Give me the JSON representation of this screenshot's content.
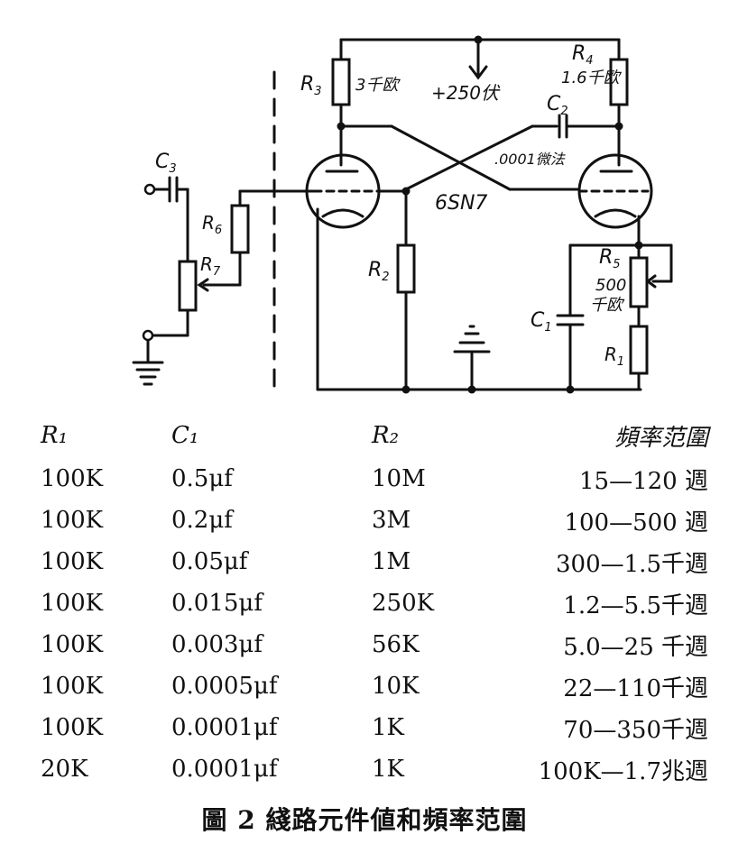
{
  "schematic": {
    "supply": "+250伏",
    "tube": "6SN7",
    "r3": {
      "name": "R",
      "sub": "3",
      "value": "3千欧"
    },
    "r4": {
      "name": "R",
      "sub": "4",
      "value": "1.6千欧"
    },
    "c2": {
      "name": "C",
      "sub": "2",
      "value": ".0001微法"
    },
    "c3": {
      "name": "C",
      "sub": "3"
    },
    "r6": {
      "name": "R",
      "sub": "6"
    },
    "r7": {
      "name": "R",
      "sub": "7"
    },
    "r2": {
      "name": "R",
      "sub": "2"
    },
    "r5": {
      "name": "R",
      "sub": "5",
      "value1": "500",
      "value2": "千欧"
    },
    "c1": {
      "name": "C",
      "sub": "1"
    },
    "r1": {
      "name": "R",
      "sub": "1"
    }
  },
  "table": {
    "headers": [
      "R₁",
      "C₁",
      "R₂",
      "頻率范圍"
    ],
    "rows": [
      [
        "100K",
        "0.5μf",
        "10M",
        "15—120  週"
      ],
      [
        "100K",
        "0.2μf",
        "3M",
        "100—500  週"
      ],
      [
        "100K",
        "0.05μf",
        "1M",
        "300—1.5千週"
      ],
      [
        "100K",
        "0.015μf",
        "250K",
        "1.2—5.5千週"
      ],
      [
        "100K",
        "0.003μf",
        "56K",
        "5.0—25 千週"
      ],
      [
        "100K",
        "0.0005μf",
        "10K",
        "22—110千週"
      ],
      [
        "100K",
        "0.0001μf",
        "1K",
        "70—350千週"
      ],
      [
        "20K",
        "0.0001μf",
        "1K",
        "100K—1.7兆週"
      ]
    ]
  },
  "caption": "圖 2  綫路元件値和頻率范圍"
}
